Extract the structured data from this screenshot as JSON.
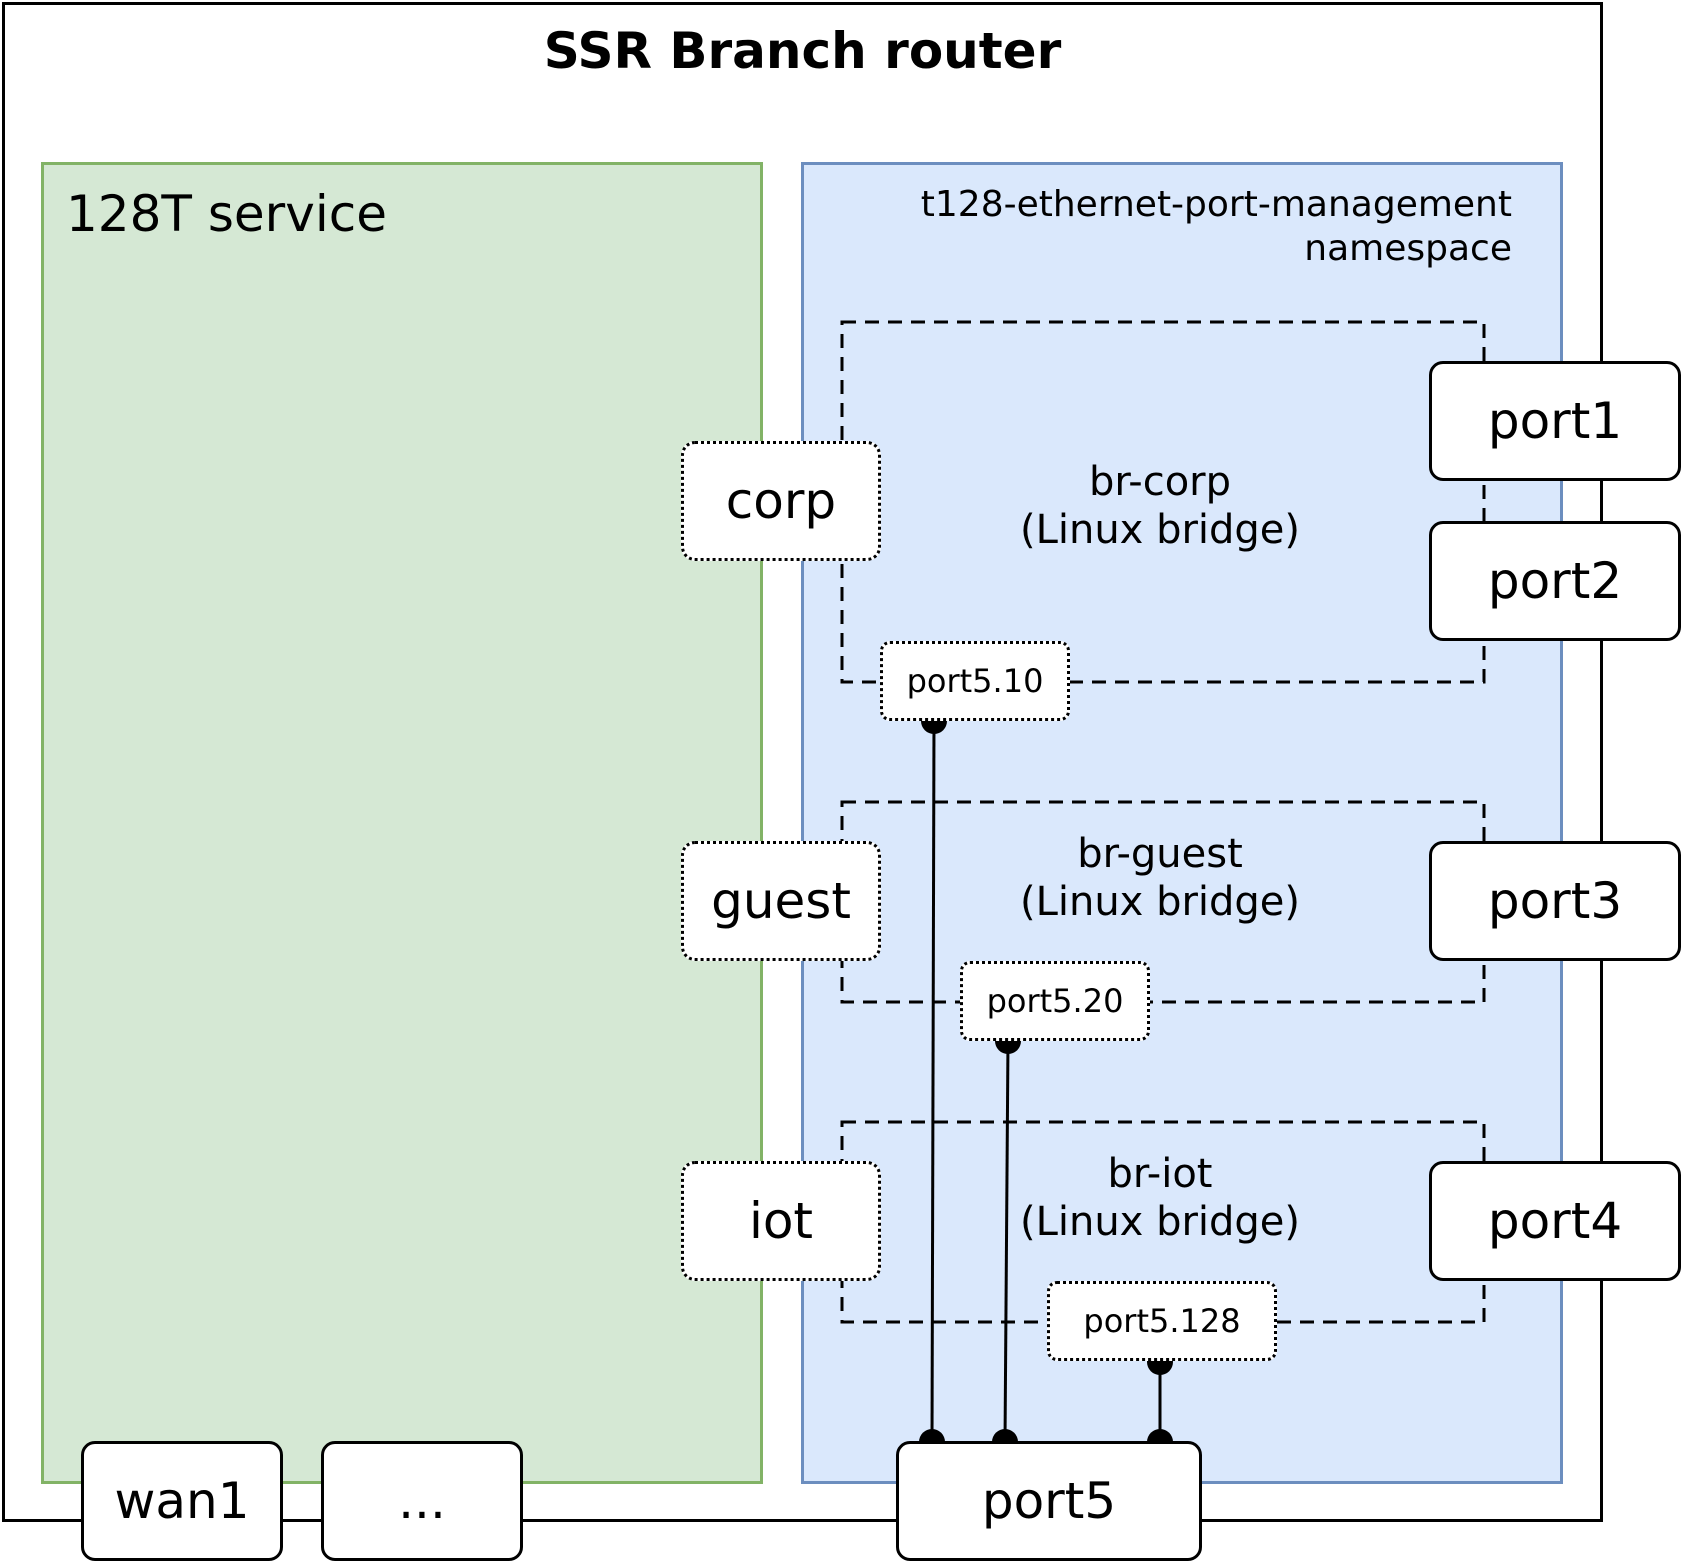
{
  "title": "SSR Branch router",
  "service_container": {
    "label": "128T service"
  },
  "namespace": {
    "label": "t128-ethernet-port-management\nnamespace"
  },
  "bridges": [
    {
      "name": "br-corp",
      "type": "(Linux bridge)"
    },
    {
      "name": "br-guest",
      "type": "(Linux bridge)"
    },
    {
      "name": "br-iot",
      "type": "(Linux bridge)"
    }
  ],
  "services": [
    "corp",
    "guest",
    "iot"
  ],
  "ports": [
    "port1",
    "port2",
    "port3",
    "port4",
    "port5",
    "wan1",
    "..."
  ],
  "vlans": [
    "port5.10",
    "port5.20",
    "port5.128"
  ],
  "colors": {
    "service_fill": "#d5e8d4",
    "service_border": "#82b366",
    "namespace_fill": "#dae8fc",
    "namespace_border": "#6c8ebf"
  }
}
